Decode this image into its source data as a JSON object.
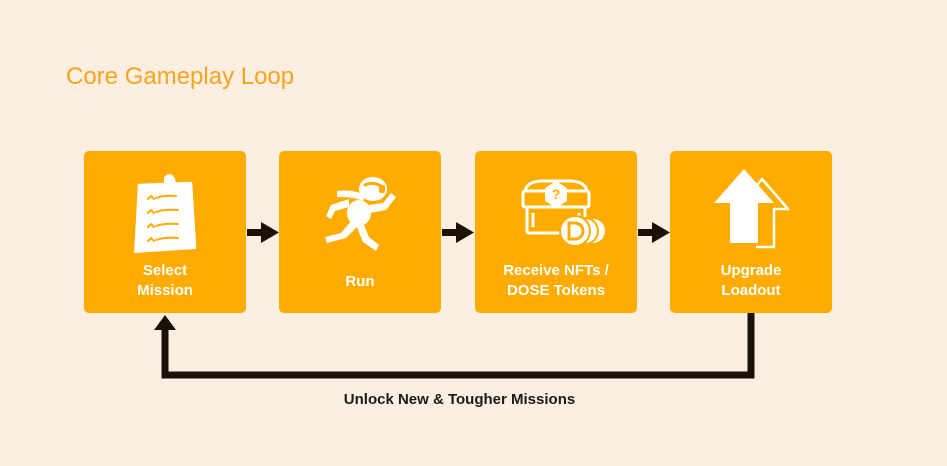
{
  "title": "Core Gameplay Loop",
  "steps": [
    {
      "label": "Select\nMission",
      "icon": "checklist-icon"
    },
    {
      "label": "Run",
      "icon": "running-character-icon"
    },
    {
      "label": "Receive NFTs /\nDOSE Tokens",
      "icon": "treasure-chest-coins-icon"
    },
    {
      "label": "Upgrade\nLoadout",
      "icon": "upgrade-arrow-icon"
    }
  ],
  "loop_label": "Unlock New & Tougher Missions",
  "colors": {
    "background": "#fdeee2",
    "card": "#ffab00",
    "title": "#f6a41c",
    "arrow": "#1a1208",
    "icon": "#ffffff"
  }
}
